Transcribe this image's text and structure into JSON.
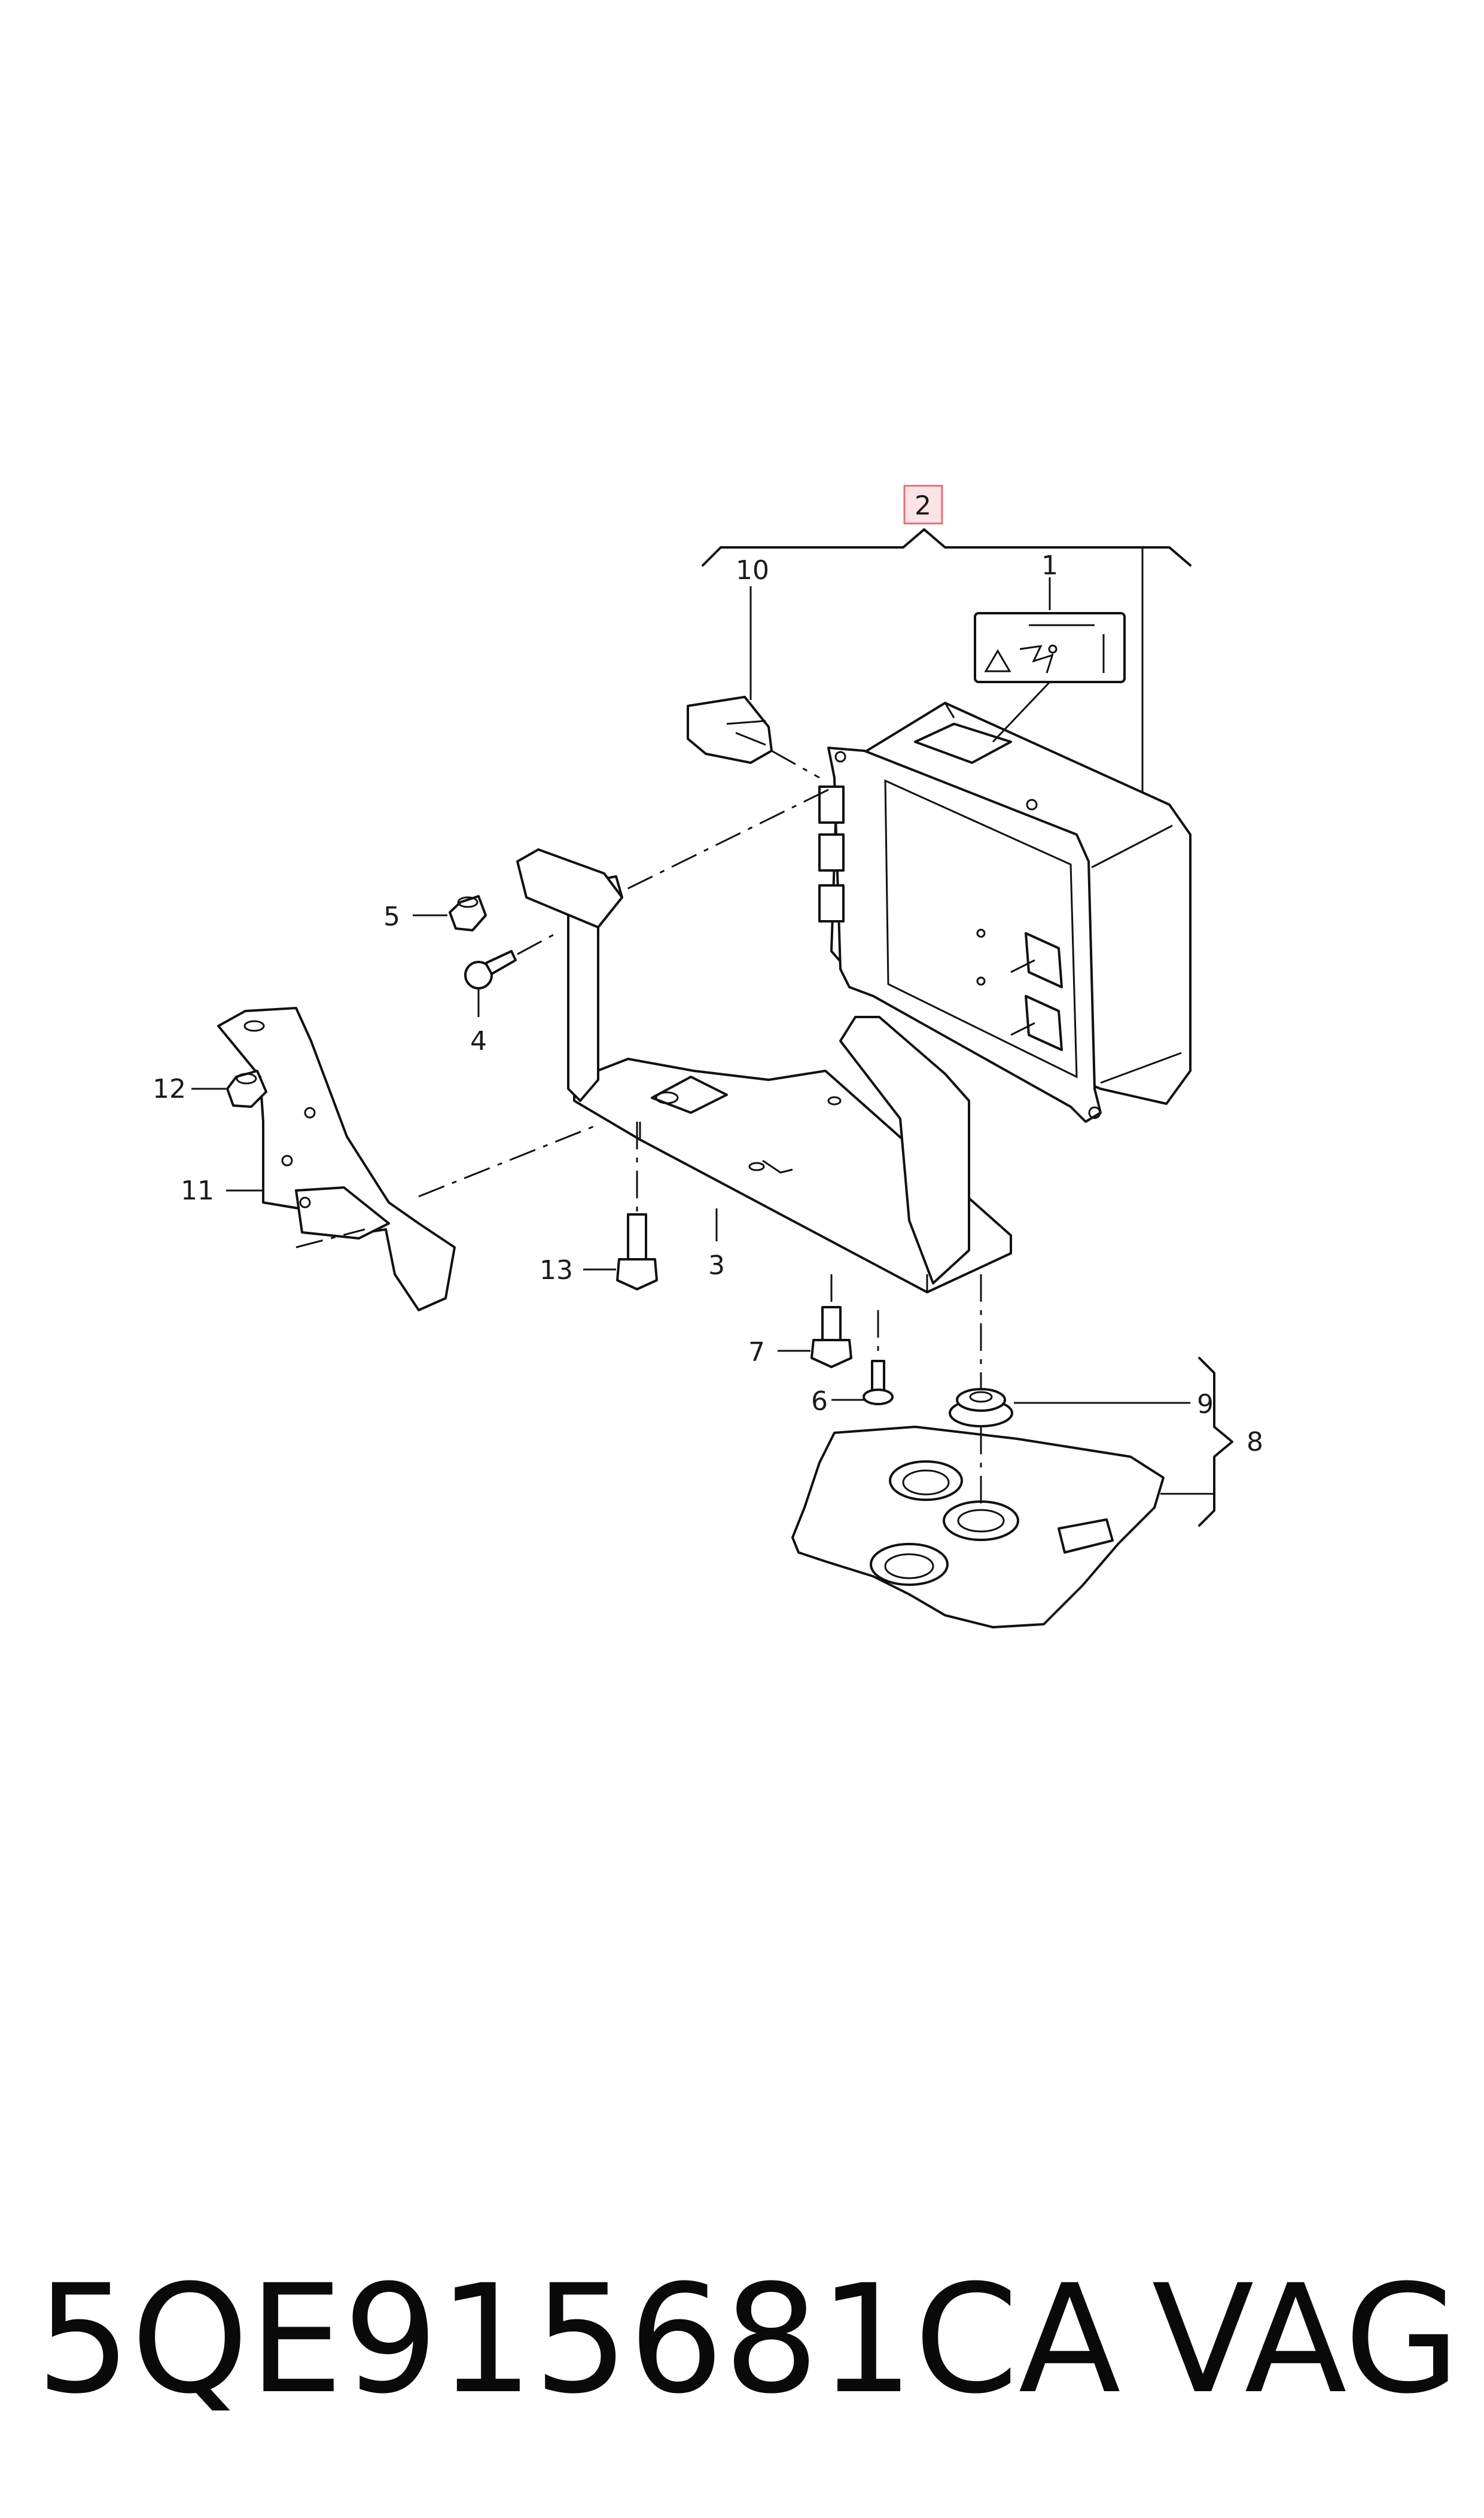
{
  "callouts": {
    "c1": "1",
    "c2": "2",
    "c3": "3",
    "c4": "4",
    "c5": "5",
    "c6": "6",
    "c7": "7",
    "c8": "8",
    "c9": "9",
    "c10": "10",
    "c11": "11",
    "c12": "12",
    "c13": "13"
  },
  "footer": {
    "part_number": "5QE915681CA",
    "brand": "VAG"
  },
  "colors": {
    "line": "#111111",
    "highlight_box_fill": "#fde3e5",
    "highlight_box_stroke": "#e0707c"
  }
}
